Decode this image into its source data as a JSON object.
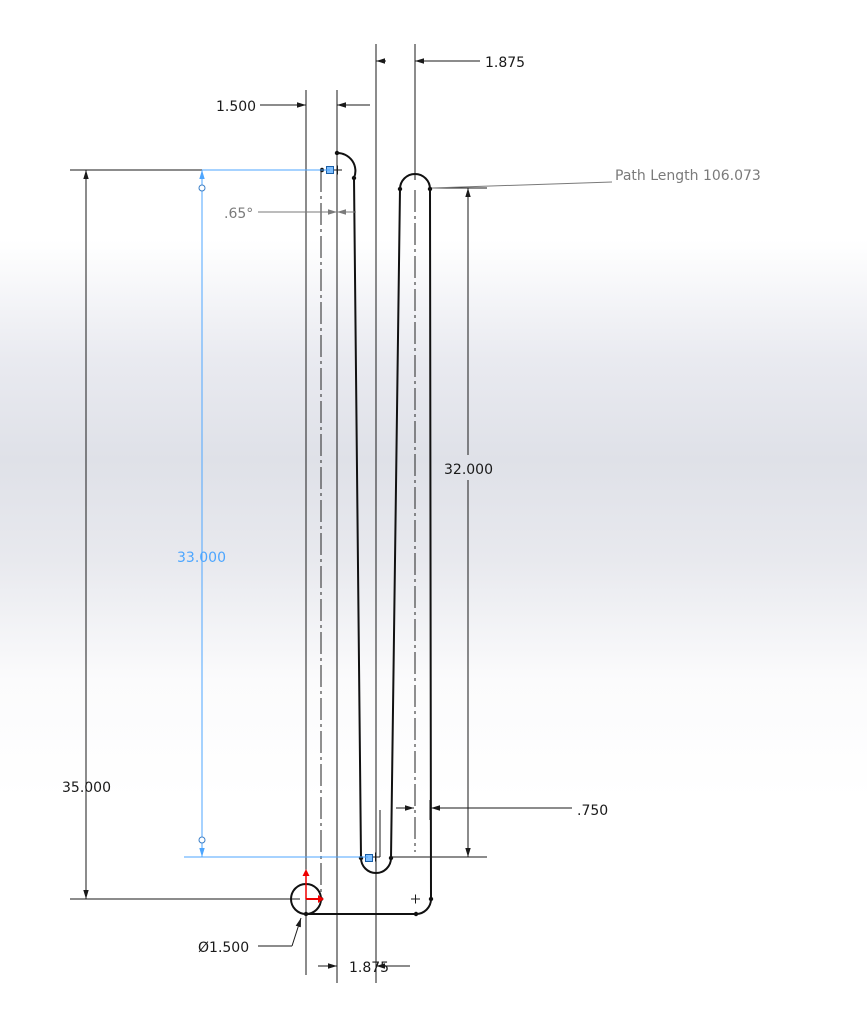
{
  "dimensions": {
    "top_offset": "1.875",
    "left_offset": "1.500",
    "angle": ".65°",
    "path_length": "Path Length 106.073",
    "overall_height": "35.000",
    "inner_height": "33.000",
    "right_height": "32.000",
    "gap_width": ".750",
    "diameter": "1.500",
    "bottom_offset": "1.875"
  },
  "symbols": {
    "diameter_symbol": "Ø"
  }
}
